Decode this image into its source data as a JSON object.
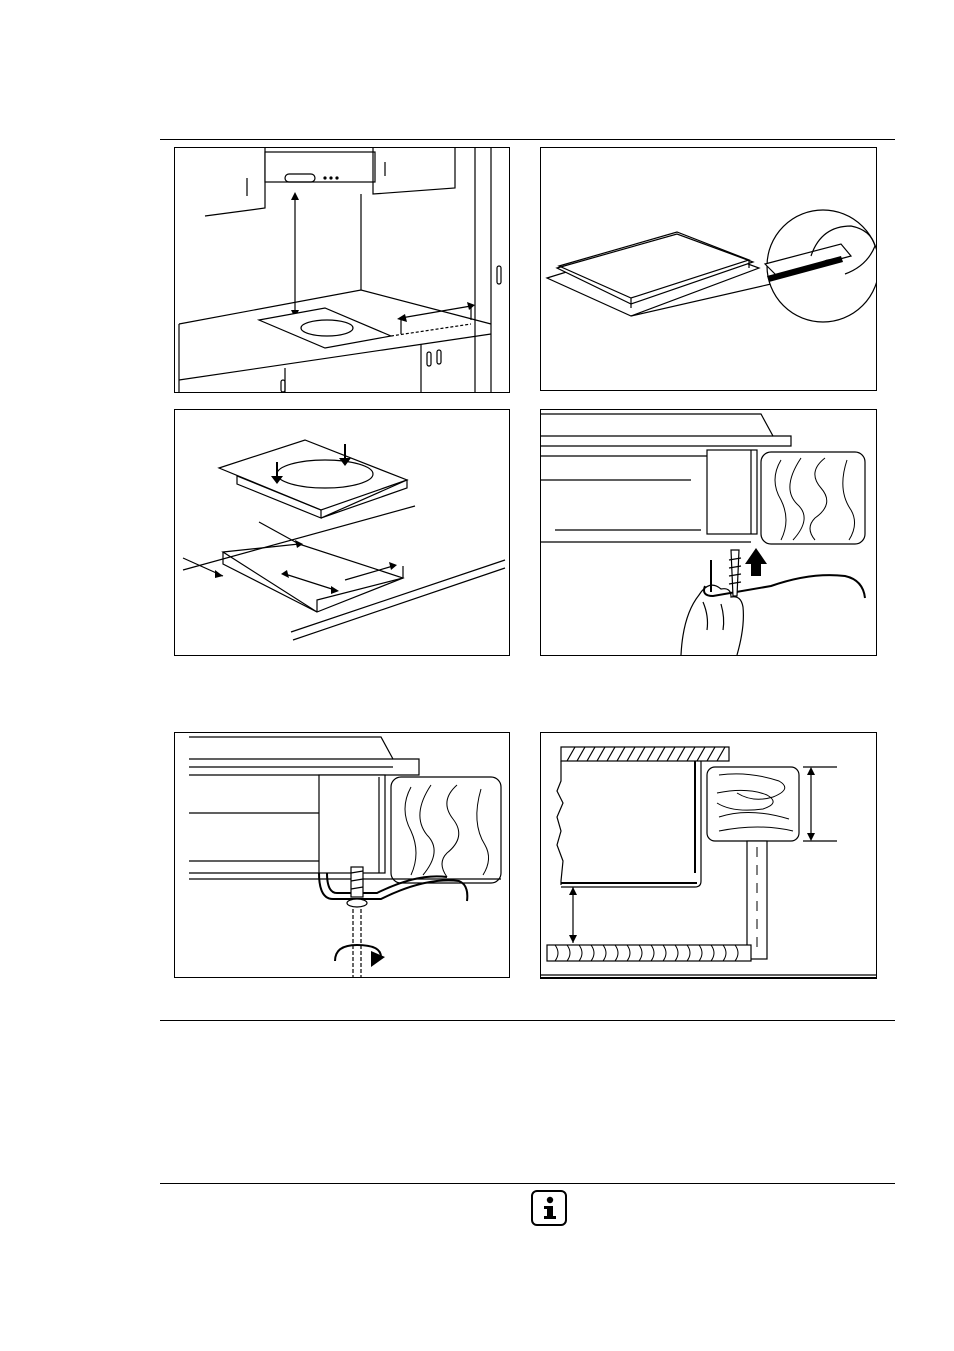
{
  "page": {
    "figures": [
      {
        "id": "fig-hood-distance"
      },
      {
        "id": "fig-seal-strip"
      },
      {
        "id": "fig-cutout-placement"
      },
      {
        "id": "fig-bracket-insert"
      },
      {
        "id": "fig-bracket-tighten"
      },
      {
        "id": "fig-worktop-section"
      }
    ],
    "info_icon": "info-icon"
  }
}
